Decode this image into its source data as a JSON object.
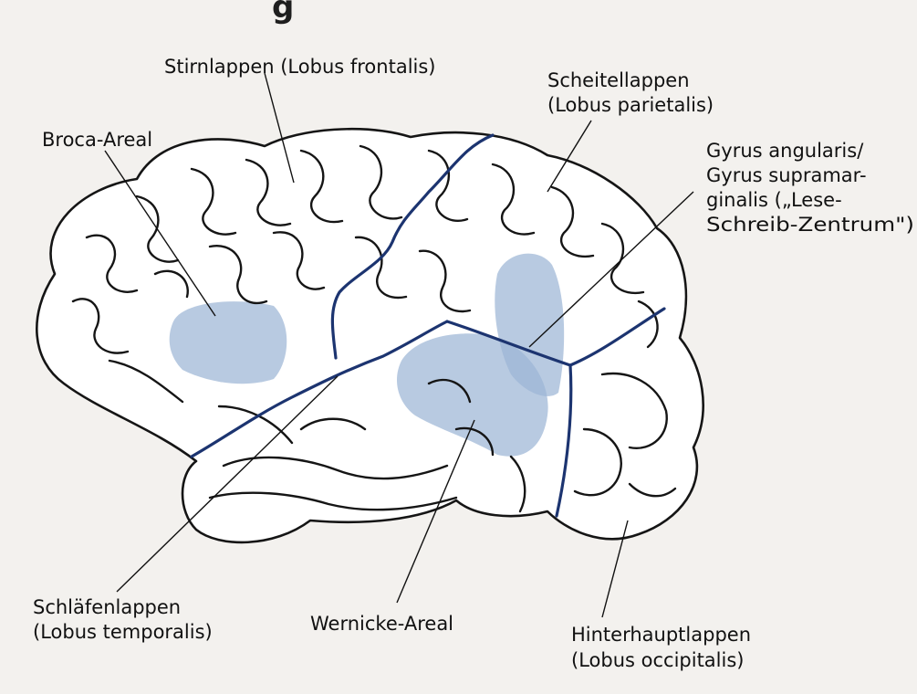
{
  "heading": "g",
  "labels": {
    "frontal": "Stirnlappen (Lobus frontalis)",
    "broca": "Broca-Areal",
    "parietal_1": "Scheitellappen",
    "parietal_2": "(Lobus parietalis)",
    "gyrus_1": "Gyrus angularis/",
    "gyrus_2": "Gyrus supramar-",
    "gyrus_3": "ginalis („Lese-",
    "gyrus_4": "Schreib-Zentrum\")",
    "temporal_1": "Schläfenlappen",
    "temporal_2": "(Lobus temporalis)",
    "wernicke": "Wernicke-Areal",
    "occipital_1": "Hinterhauptlappen",
    "occipital_2": "(Lobus occipitalis)"
  },
  "colors": {
    "background": "#f3f1ee",
    "highlight_area": "#9db6d6",
    "fissure_line": "#1c3470",
    "outline": "#151515"
  }
}
